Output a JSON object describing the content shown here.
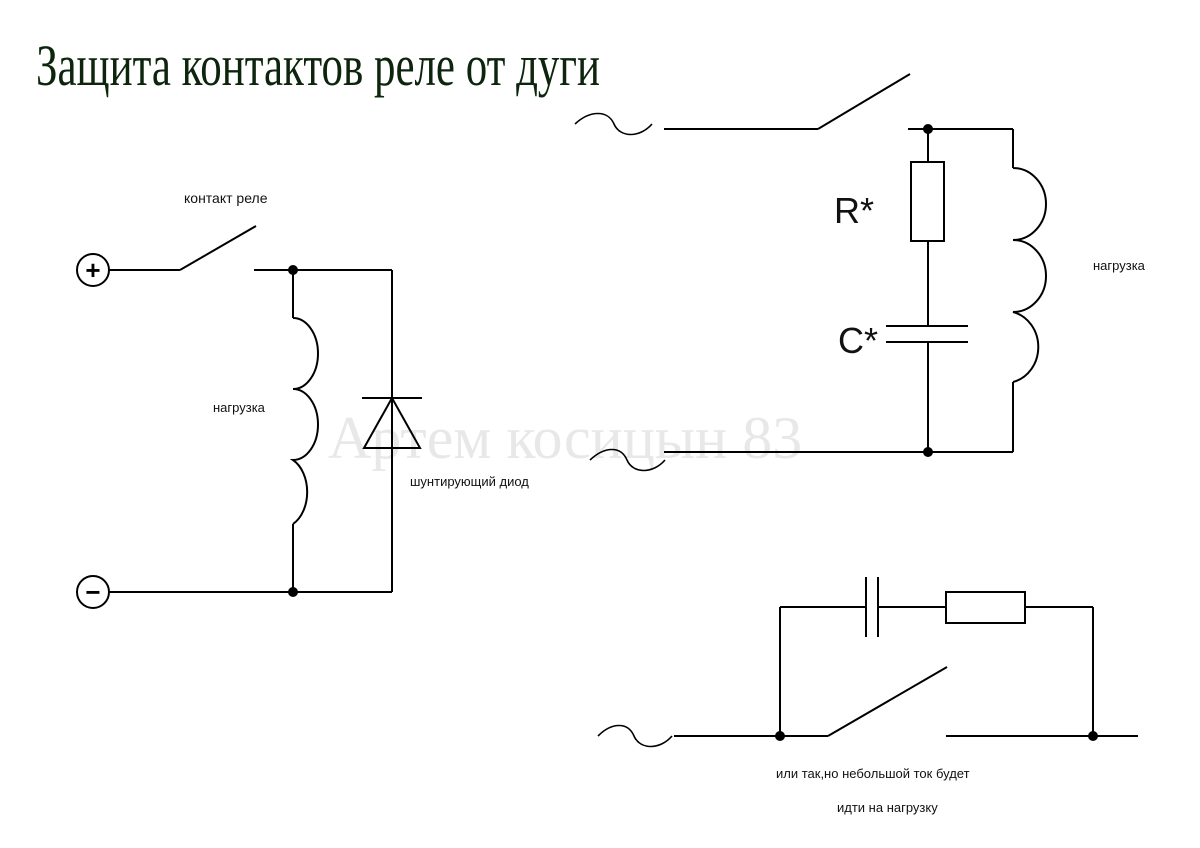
{
  "title": "Защита контактов реле от дуги",
  "watermark": "Артем косицын 83",
  "left_circuit": {
    "contact_label": "контакт реле",
    "load_label": "нагрузка",
    "diode_label": "шунтирующий диод",
    "plus_symbol": "+",
    "minus_symbol": "−"
  },
  "right_circuit": {
    "resistor_label": "R*",
    "capacitor_label": "C*",
    "load_label": "нагрузка"
  },
  "bottom_circuit": {
    "note_line1": "или так,но небольшой ток будет",
    "note_line2": "идти на нагрузку"
  }
}
